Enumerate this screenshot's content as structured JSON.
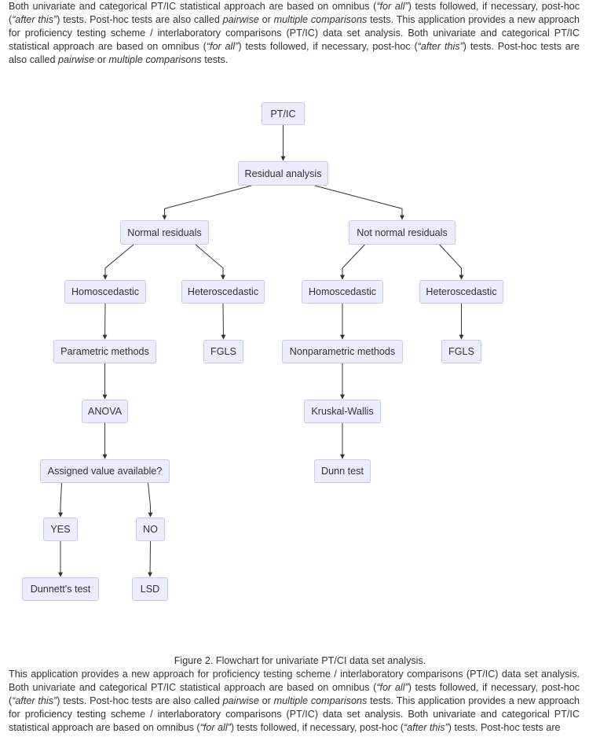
{
  "top_paragraph": [
    {
      "t": "Both univariate and categorical PT/IC statistical approach are based on omnibus ("
    },
    {
      "t": "“for all”",
      "i": true
    },
    {
      "t": ") tests followed, if necessary, post-hoc ("
    },
    {
      "t": "“after this”",
      "i": true
    },
    {
      "t": ") tests. Post-hoc tests are also called "
    },
    {
      "t": "pairwise",
      "i": true
    },
    {
      "t": " or "
    },
    {
      "t": "multiple comparisons",
      "i": true
    },
    {
      "t": " tests. This application provides a new approach for proficiency testing scheme / interlaboratory comparisons (PT/IC) data set analysis. Both univariate and categorical PT/IC statistical approach are based on omnibus ("
    },
    {
      "t": "“for all”",
      "i": true
    },
    {
      "t": ") tests followed, if necessary, post-hoc ("
    },
    {
      "t": "“after this”",
      "i": true
    },
    {
      "t": ") tests. Post-hoc tests are also called "
    },
    {
      "t": "pairwise",
      "i": true
    },
    {
      "t": " or "
    },
    {
      "t": "multiple comparisons",
      "i": true
    },
    {
      "t": " tests."
    }
  ],
  "flowchart": {
    "nodes": {
      "ptic": "PT/IC",
      "residual": "Residual analysis",
      "normal": "Normal residuals",
      "notnormal": "Not normal residuals",
      "homo_l": "Homoscedastic",
      "hetero_l": "Heteroscedastic",
      "homo_r": "Homoscedastic",
      "hetero_r": "Heteroscedastic",
      "parametric": "Parametric methods",
      "fgls_l": "FGLS",
      "nonparametric": "Nonparametric methods",
      "fgls_r": "FGLS",
      "anova": "ANOVA",
      "kruskal": "Kruskal-Wallis",
      "assigned": "Assigned value available?",
      "dunn": "Dunn test",
      "yes": "YES",
      "no": "NO",
      "dunnett": "Dunnett's test",
      "lsd": "LSD"
    },
    "edges": [
      [
        "ptic",
        "residual"
      ],
      [
        "residual",
        "normal"
      ],
      [
        "residual",
        "notnormal"
      ],
      [
        "normal",
        "homo_l"
      ],
      [
        "normal",
        "hetero_l"
      ],
      [
        "notnormal",
        "homo_r"
      ],
      [
        "notnormal",
        "hetero_r"
      ],
      [
        "homo_l",
        "parametric"
      ],
      [
        "hetero_l",
        "fgls_l"
      ],
      [
        "homo_r",
        "nonparametric"
      ],
      [
        "hetero_r",
        "fgls_r"
      ],
      [
        "parametric",
        "anova"
      ],
      [
        "nonparametric",
        "kruskal"
      ],
      [
        "anova",
        "assigned"
      ],
      [
        "kruskal",
        "dunn"
      ],
      [
        "assigned",
        "yes"
      ],
      [
        "assigned",
        "no"
      ],
      [
        "yes",
        "dunnett"
      ],
      [
        "no",
        "lsd"
      ]
    ]
  },
  "caption": "Figure 2. Flowchart for univariate PT/CI data set analysis.",
  "bottom_paragraph": [
    {
      "t": "This application provides a new approach for proficiency testing scheme / interlaboratory comparisons (PT/IC) data set analysis. Both univariate and categorical PT/IC statistical approach are based on omnibus ("
    },
    {
      "t": "“for all”",
      "i": true
    },
    {
      "t": ") tests followed, if necessary, post-hoc ("
    },
    {
      "t": "“after this”",
      "i": true
    },
    {
      "t": ") tests. Post-hoc tests are also called "
    },
    {
      "t": "pairwise",
      "i": true
    },
    {
      "t": " or "
    },
    {
      "t": "multiple comparisons",
      "i": true
    },
    {
      "t": " tests. This application provides a new approach for proficiency testing scheme / interlaboratory comparisons (PT/IC) data set analysis. Both univariate and categorical PT/IC statistical approach are based on omnibus ("
    },
    {
      "t": "“for all”",
      "i": true
    },
    {
      "t": ") tests followed, if necessary, post-hoc ("
    },
    {
      "t": "“after this”",
      "i": true
    },
    {
      "t": ") tests. Post-hoc tests are"
    }
  ],
  "colors": {
    "node_fill": "#ececff",
    "node_border": "#c9c9ef",
    "edge": "#333333",
    "text": "#333333"
  }
}
